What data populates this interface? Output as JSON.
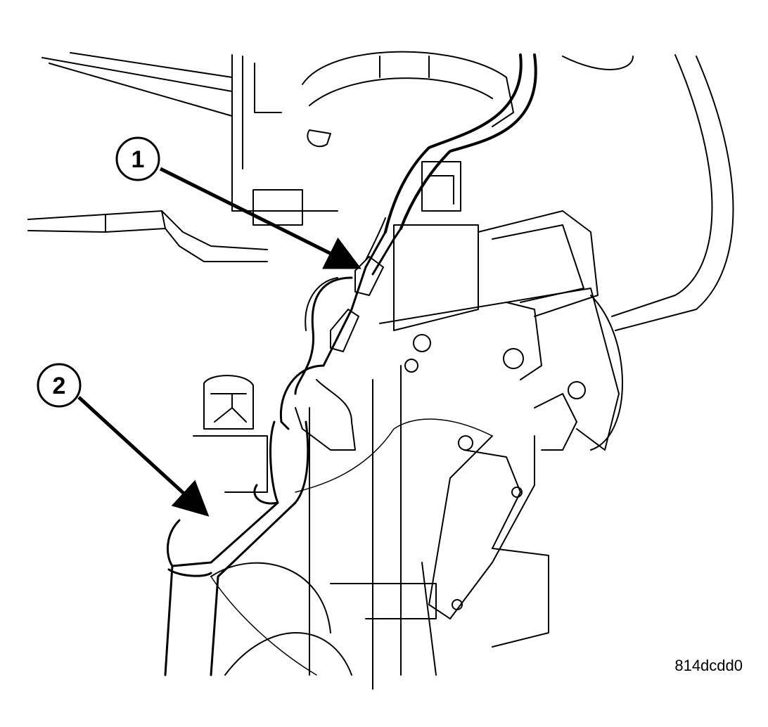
{
  "callouts": [
    {
      "label": "1",
      "target": "connector-splice"
    },
    {
      "label": "2",
      "target": "harness-conduit"
    }
  ],
  "figure_code": "814dcdd0",
  "colors": {
    "ink": "#000000",
    "paper": "#ffffff"
  }
}
